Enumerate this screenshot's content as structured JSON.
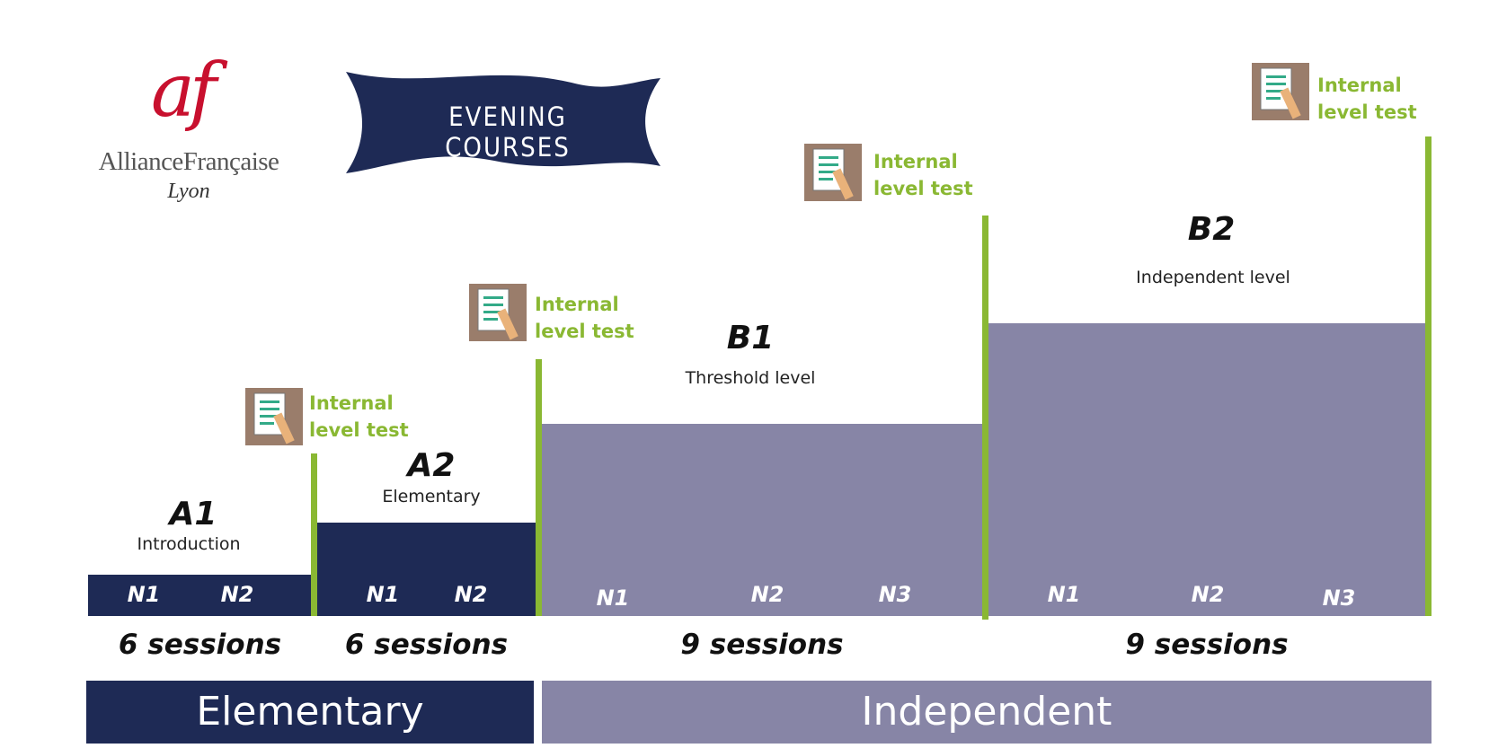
{
  "logo": {
    "mark": "af",
    "name": "AllianceFrançaise",
    "city": "Lyon"
  },
  "banner": {
    "title": "EVENING COURSES"
  },
  "levels": [
    {
      "code": "A1",
      "name": "Introduction",
      "subs": [
        "N1",
        "N2"
      ],
      "sessions": "6 sessions"
    },
    {
      "code": "A2",
      "name": "Elementary",
      "subs": [
        "N1",
        "N2"
      ],
      "sessions": "6 sessions"
    },
    {
      "code": "B1",
      "name": "Threshold level",
      "subs": [
        "N1",
        "N2",
        "N3"
      ],
      "sessions": "9 sessions"
    },
    {
      "code": "B2",
      "name": "Independent level",
      "subs": [
        "N1",
        "N2",
        "N3"
      ],
      "sessions": "9 sessions"
    }
  ],
  "tests": [
    {
      "label_line1": "Internal",
      "label_line2": "level test"
    },
    {
      "label_line1": "Internal",
      "label_line2": "level test"
    },
    {
      "label_line1": "Internal",
      "label_line2": "level test"
    },
    {
      "label_line1": "Internal",
      "label_line2": "level test"
    }
  ],
  "categories": {
    "elementary": "Elementary",
    "independent": "Independent"
  },
  "colors": {
    "navy": "#1e2a55",
    "lavender": "#8785a6",
    "green": "#8ab833",
    "logo_red": "#c8102e"
  },
  "icons": {
    "test": "test-sheet-pencil-icon",
    "banner": "ribbon-banner"
  }
}
